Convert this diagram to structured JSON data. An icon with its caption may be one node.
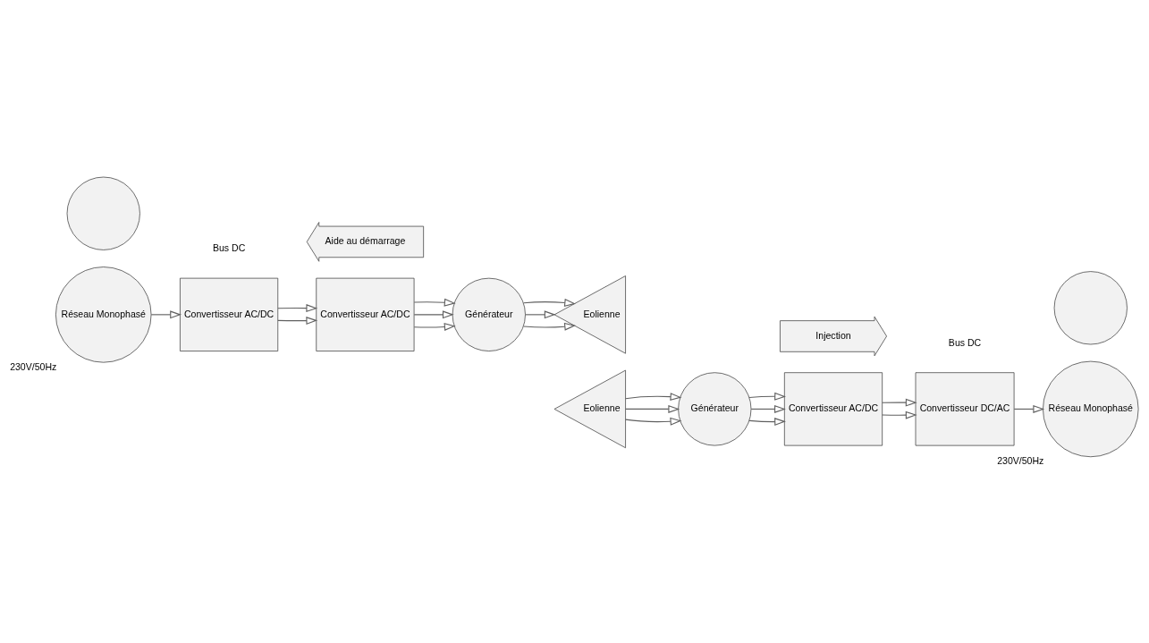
{
  "diagram": {
    "nodes": [
      {
        "text": [
          "Eolienne"
        ]
      },
      {
        "text": [
          "Générateur"
        ]
      },
      {
        "text": [
          "Convertisseur AC/DC"
        ]
      },
      {
        "text": [
          "Injection"
        ]
      },
      {
        "text": [
          "Convertisseur DC/AC"
        ]
      },
      {
        "text": [],
        "shape": "circle"
      },
      {
        "text": [
          "Réseau Monophasé"
        ],
        "beside": [
          "230V/50Hz"
        ]
      },
      {
        "text": [
          "Eolienne"
        ]
      },
      {
        "text": [
          "Générateur"
        ]
      },
      {
        "text": [
          "Convertisseur AC/DC"
        ]
      },
      {
        "text": [
          "Convertisseur AC/DC"
        ]
      },
      {
        "text": [],
        "shape": "circle"
      },
      {
        "text": [
          "Réseau Monophasé"
        ],
        "beside": [
          "230V/50Hz"
        ]
      },
      {
        "text": [
          "Aide au démarrage"
        ]
      }
    ],
    "edges": [
      {
        "from": 0,
        "to": 1,
        "arrow": "to"
      },
      {
        "from": 0,
        "to": 1,
        "arrow": "to"
      },
      {
        "from": 0,
        "to": 1,
        "arrow": "to"
      },
      {
        "from": 1,
        "to": 2,
        "arrow": "to"
      },
      {
        "from": 1,
        "to": 2,
        "arrow": "to"
      },
      {
        "from": 1,
        "to": 2,
        "arrow": "to"
      },
      {
        "from": 2,
        "to": 4,
        "arrow": "to"
      },
      {
        "from": 2,
        "to": 4,
        "arrow": "to"
      },
      {
        "from": 4,
        "to": 6,
        "arrow": "to"
      },
      {
        "from": 8,
        "to": 7,
        "arrow": "to"
      },
      {
        "from": 8,
        "to": 7,
        "arrow": "to"
      },
      {
        "from": 8,
        "to": 7,
        "arrow": "to"
      },
      {
        "from": 9,
        "to": 8,
        "arrow": "to"
      },
      {
        "from": 9,
        "to": 8,
        "arrow": "to"
      },
      {
        "from": 9,
        "to": 8,
        "arrow": "to"
      },
      {
        "from": 10,
        "to": 9,
        "arrow": "to"
      },
      {
        "from": 10,
        "to": 9,
        "arrow": "to"
      },
      {
        "from": 12,
        "to": 10,
        "arrow": "to"
      }
    ],
    "labels": [
      "Bus DC",
      "Bus DC"
    ]
  }
}
